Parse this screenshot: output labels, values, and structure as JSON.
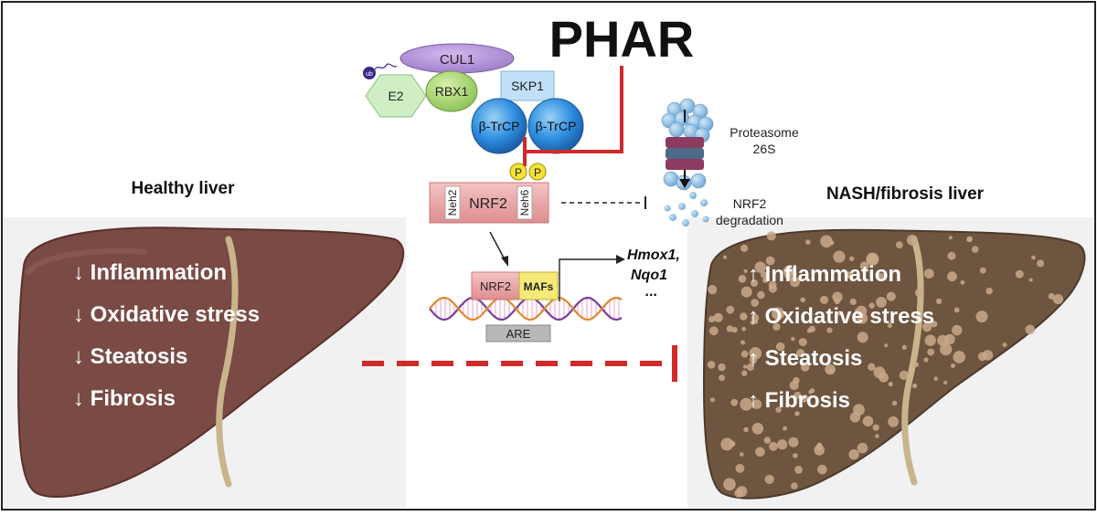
{
  "title": "PHAR",
  "healthy": {
    "label": "Healthy liver",
    "conditions": [
      {
        "arrow": "↓",
        "text": "Inflammation"
      },
      {
        "arrow": "↓",
        "text": "Oxidative stress"
      },
      {
        "arrow": "↓",
        "text": "Steatosis"
      },
      {
        "arrow": "↓",
        "text": "Fibrosis"
      }
    ]
  },
  "nash": {
    "label": "NASH/fibrosis liver",
    "conditions": [
      {
        "arrow": "↑",
        "text": "Inflammation"
      },
      {
        "arrow": "↑",
        "text": "Oxidative stress"
      },
      {
        "arrow": "↑",
        "text": "Steatosis"
      },
      {
        "arrow": "↑",
        "text": "Fibrosis"
      }
    ]
  },
  "complex": {
    "cul1": "CUL1",
    "e2": "E2",
    "rbx1": "RBX1",
    "skp1": "SKP1",
    "btrcp": [
      "β-TrCP",
      "β-TrCP"
    ],
    "ub": "ub"
  },
  "nrf2": {
    "neh2": "Neh2",
    "name": "NRF2",
    "neh6": "Neh6",
    "phospho": [
      "P",
      "P"
    ]
  },
  "dna": {
    "nrf2": "NRF2",
    "mafs": "MAFs",
    "are": "ARE"
  },
  "targets": [
    "Hmox1,",
    "Nqo1",
    "..."
  ],
  "proteasome": [
    "Proteasome",
    "26S"
  ],
  "degradation": [
    "NRF2",
    "degradation"
  ],
  "colors": {
    "healthy_liver": "#7a4a44",
    "nash_liver": "#6e5540",
    "inhibition": "#d02a2a",
    "nrf2_box": "#e9a0a2"
  }
}
